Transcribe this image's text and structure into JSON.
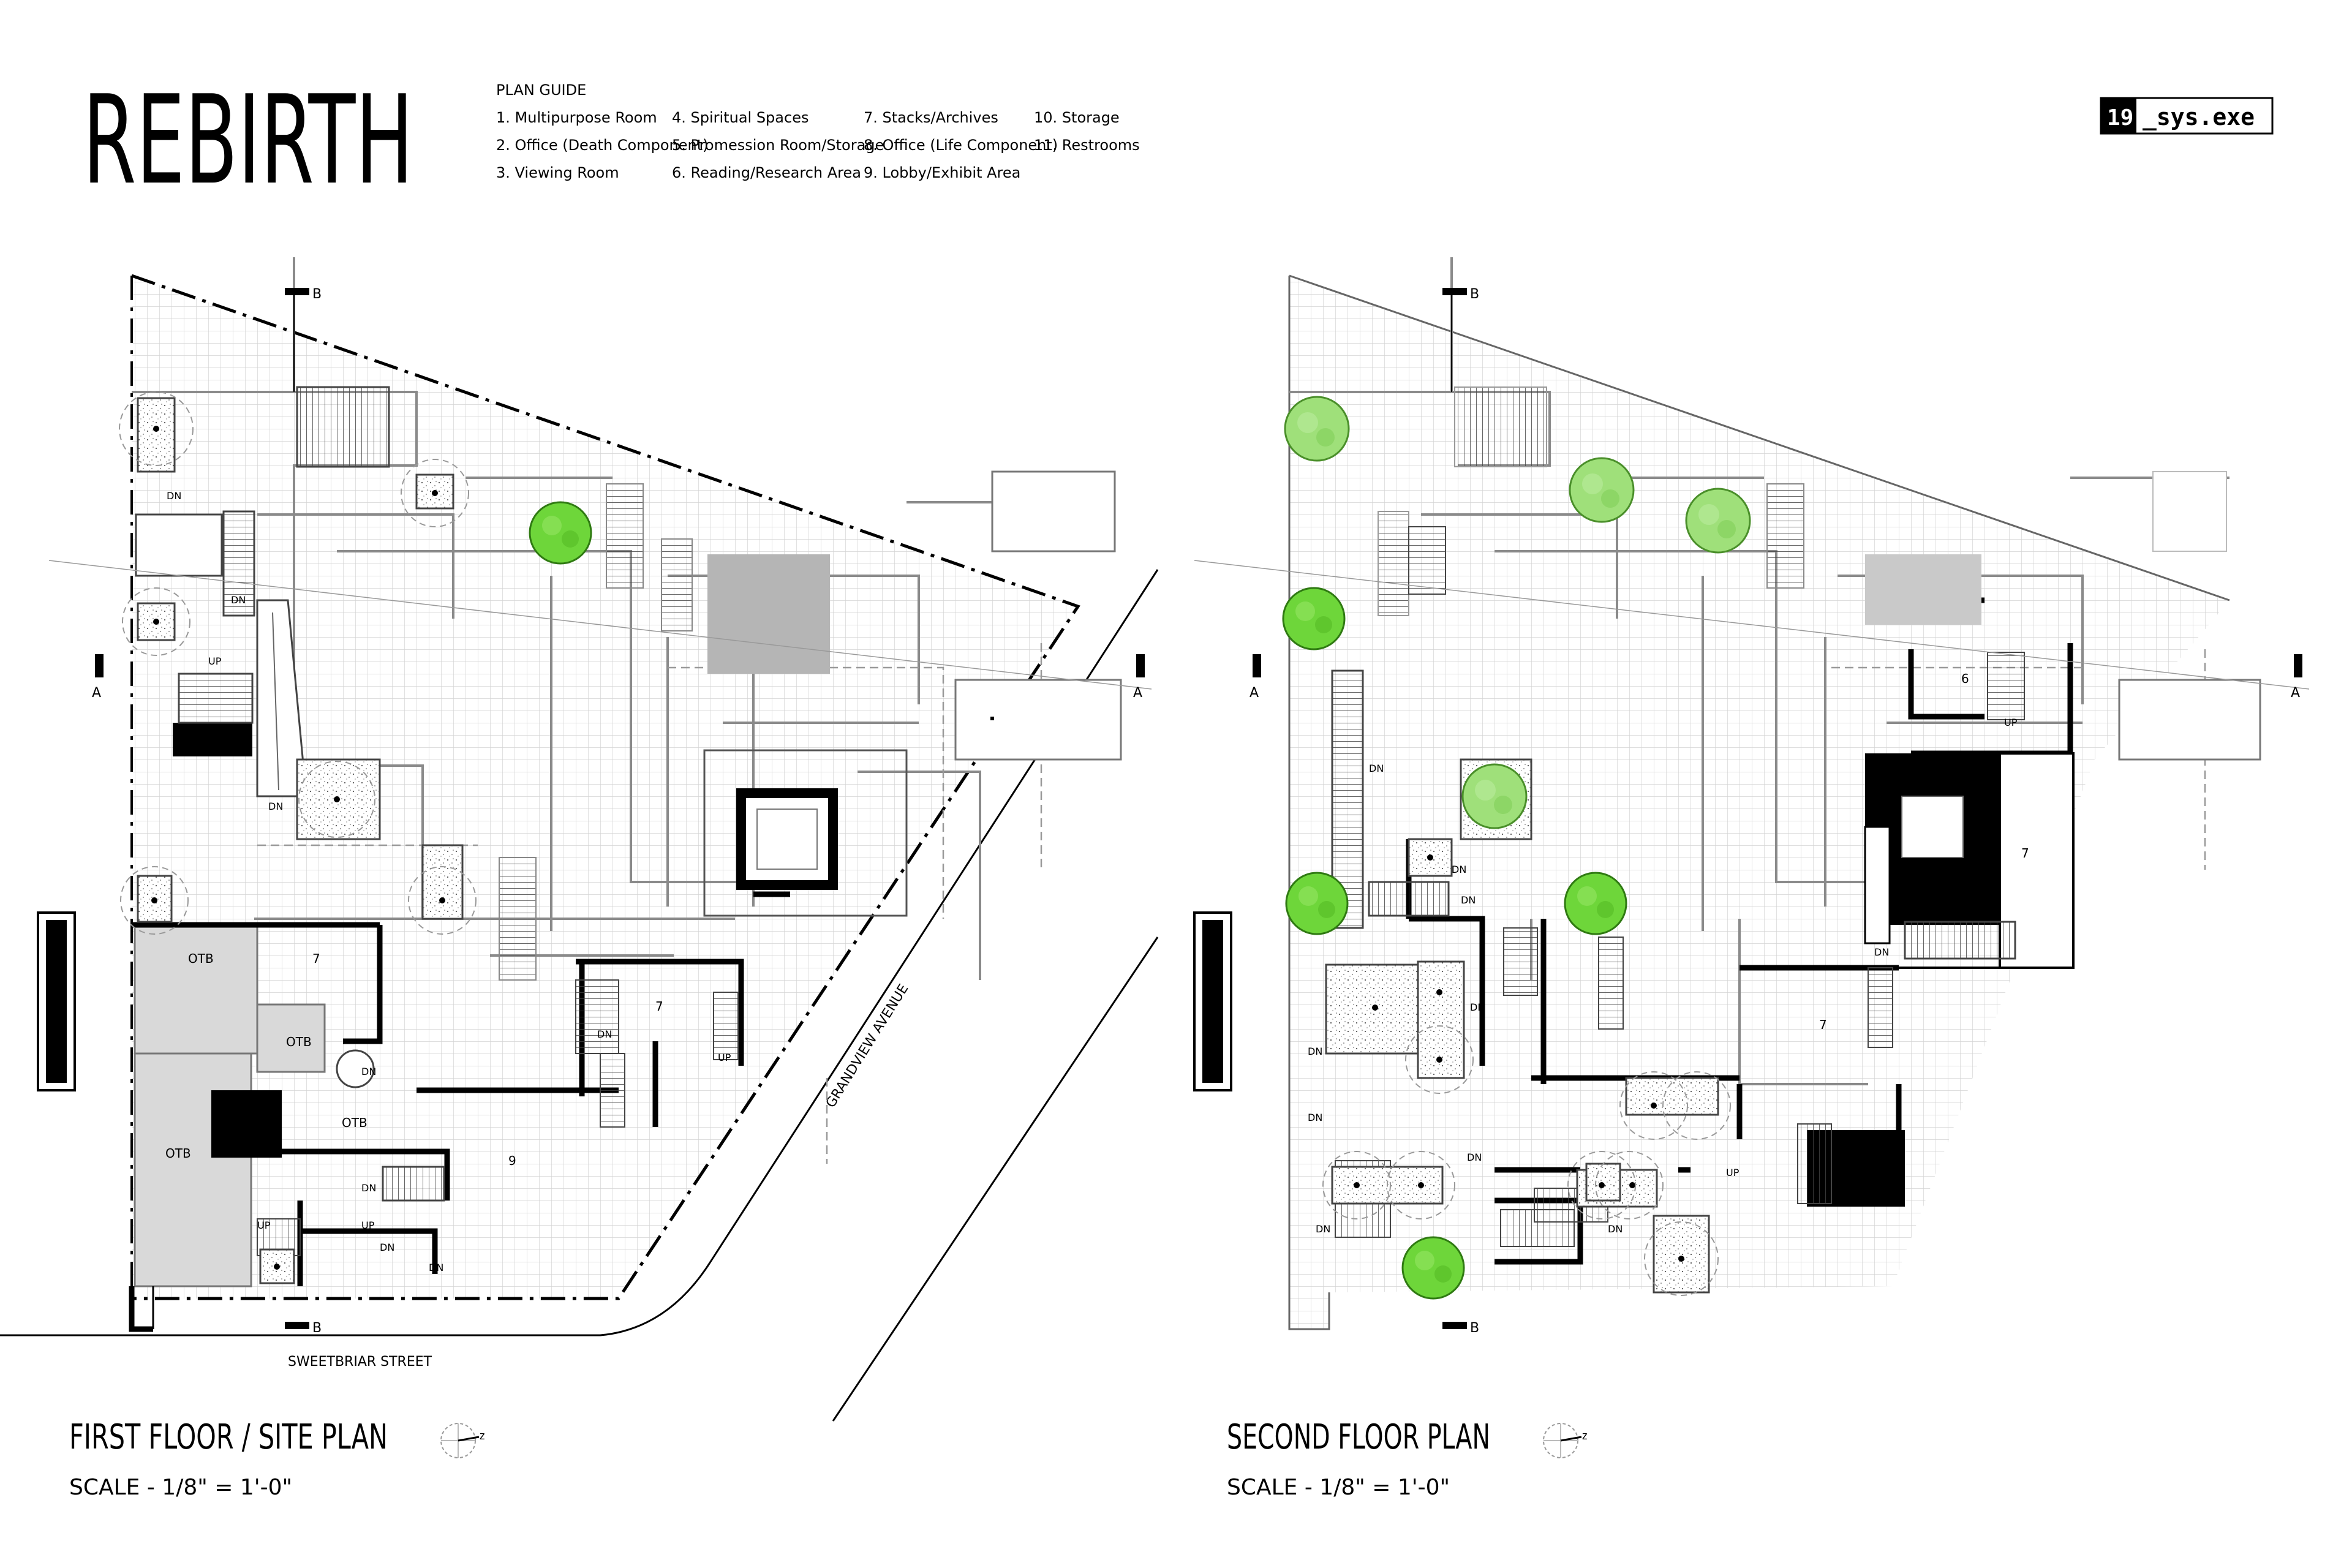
{
  "title": "REBIRTH",
  "plan_guide": {
    "heading": "PLAN GUIDE",
    "columns": [
      [
        "1. Multipurpose Room",
        "2. Office (Death Component)",
        "3. Viewing Room"
      ],
      [
        "4. Spiritual Spaces",
        "5. Promession Room/Storage",
        "6. Reading/Research Area"
      ],
      [
        "7. Stacks/Archives",
        "8. Office (Life Component)",
        "9. Lobby/Exhibit Area"
      ],
      [
        "10. Storage",
        "11. Restrooms"
      ]
    ]
  },
  "logo": {
    "left": "19",
    "right": "_sys.exe"
  },
  "first_floor": {
    "title": "FIRST FLOOR / SITE PLAN",
    "scale": "SCALE - 1/8\" = 1'-0\"",
    "north": "z",
    "section_a": "A",
    "section_b": "B",
    "street_bottom": "SWEETBRIAR STREET",
    "street_diag": "GRANDVIEW AVENUE",
    "rooms": [
      "OTB",
      "7",
      "OTB",
      "OTB",
      "OTB",
      "7",
      "9"
    ],
    "stair_labels": [
      "DN",
      "DN",
      "UP",
      "DN",
      "DN",
      "DN",
      "UP",
      "UP",
      "DN",
      "UP",
      "DN",
      "DN"
    ]
  },
  "second_floor": {
    "title": "SECOND FLOOR PLAN",
    "scale": "SCALE - 1/8\" = 1'-0\"",
    "north": "z",
    "section_a": "A",
    "section_b": "B",
    "rooms": [
      "6",
      "7",
      "7"
    ],
    "stair_labels": [
      "DN",
      "DN",
      "DN",
      "DN",
      "DN",
      "DN",
      "DN",
      "UP",
      "DN",
      "DN",
      "DN",
      "UP"
    ]
  },
  "colors": {
    "ink": "#000000",
    "grid": "#cfcfcf",
    "wall": "#8a8a8a",
    "tree": "#6ed63a",
    "tree_light": "#9fe07a",
    "fill_grey": "#d9d9d9",
    "dark_grey": "#b5b5b5"
  }
}
